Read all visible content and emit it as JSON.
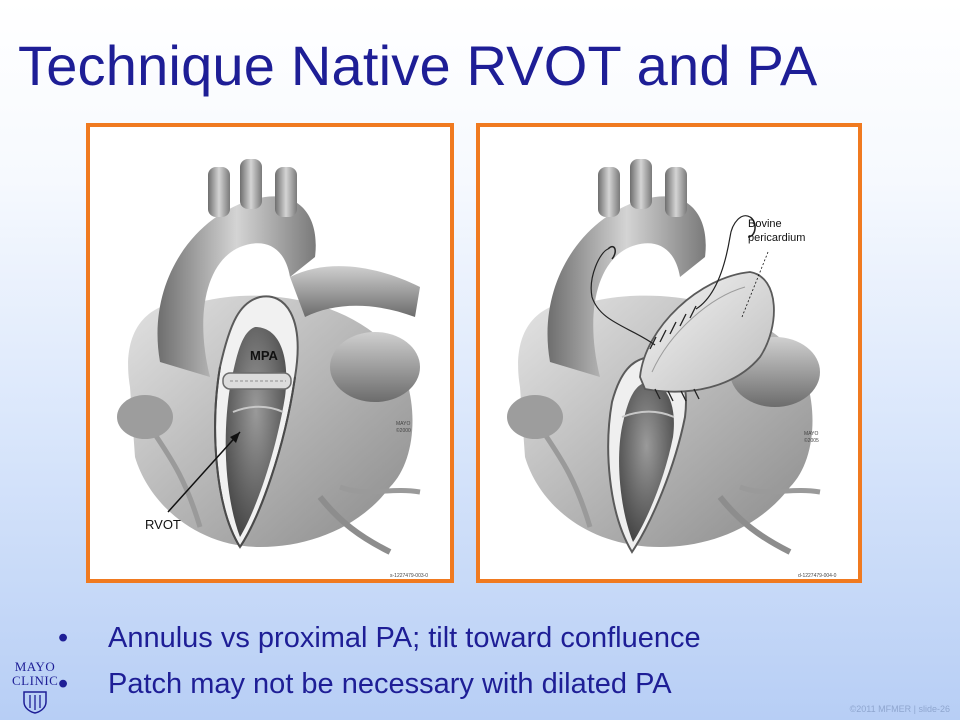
{
  "slide": {
    "title": "Technique Native RVOT and PA",
    "bullets": [
      "Annulus vs proximal PA; tilt toward confluence",
      "Patch may not be necessary with dilated PA"
    ],
    "bullet_glyph": "•",
    "accent_color": "#1e1e96",
    "frame_color": "#f07a20"
  },
  "figures": {
    "left": {
      "label_mpa": "MPA",
      "label_rvot": "RVOT",
      "mark": "MAYO\n©2000",
      "code": "s-1227479-003-0"
    },
    "right": {
      "label_patch_1": "Bovine",
      "label_patch_2": "pericardium",
      "mark": "MAYO\n©2005",
      "code": "d-1227479-004-0"
    }
  },
  "logo": {
    "line1": "MAYO",
    "line2": "CLINIC",
    "icon": "mayo-shield-icon"
  },
  "footer": {
    "copyright": "©2011 MFMER  |  slide-26"
  }
}
